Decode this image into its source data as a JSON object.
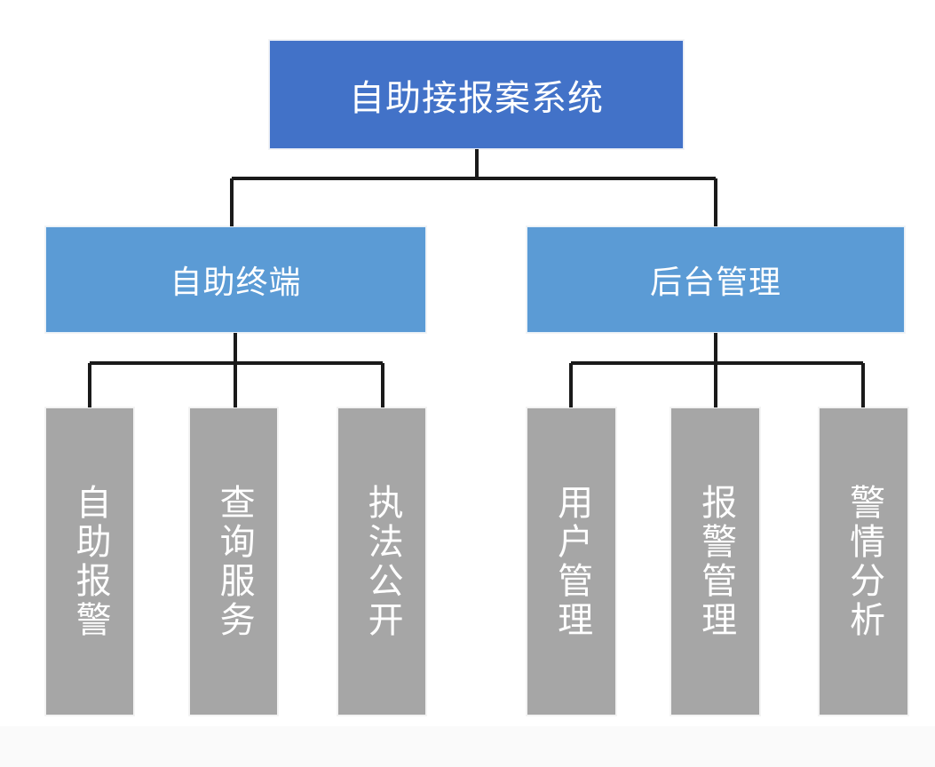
{
  "diagram": {
    "type": "organization-chart",
    "orientation": "top-down",
    "background_color": "#ffffff",
    "connector_color": "#1a1a1a",
    "root": {
      "id": "root",
      "label": "自助接报案系统",
      "color": "#4272c8",
      "text_color": "#ffffff",
      "text_orientation": "horizontal"
    },
    "branches": [
      {
        "id": "branch-self-service-terminal",
        "label": "自助终端",
        "color": "#5b9bd5",
        "text_color": "#ffffff",
        "text_orientation": "horizontal",
        "children": [
          {
            "id": "leaf-self-service-alarm",
            "label": "自助报警",
            "color": "#a6a6a6",
            "text_color": "#ffffff",
            "text_orientation": "vertical"
          },
          {
            "id": "leaf-inquiry-service",
            "label": "查询服务",
            "color": "#a6a6a6",
            "text_color": "#ffffff",
            "text_orientation": "vertical"
          },
          {
            "id": "leaf-law-enforcement-disclosure",
            "label": "执法公开",
            "color": "#a6a6a6",
            "text_color": "#ffffff",
            "text_orientation": "vertical"
          }
        ]
      },
      {
        "id": "branch-backend-management",
        "label": "后台管理",
        "color": "#5b9bd5",
        "text_color": "#ffffff",
        "text_orientation": "horizontal",
        "children": [
          {
            "id": "leaf-user-management",
            "label": "用户管理",
            "color": "#a6a6a6",
            "text_color": "#ffffff",
            "text_orientation": "vertical"
          },
          {
            "id": "leaf-alarm-management",
            "label": "报警管理",
            "color": "#a6a6a6",
            "text_color": "#ffffff",
            "text_orientation": "vertical"
          },
          {
            "id": "leaf-alarm-situation-analysis",
            "label": "警情分析",
            "color": "#a6a6a6",
            "text_color": "#ffffff",
            "text_orientation": "vertical"
          }
        ]
      }
    ]
  }
}
